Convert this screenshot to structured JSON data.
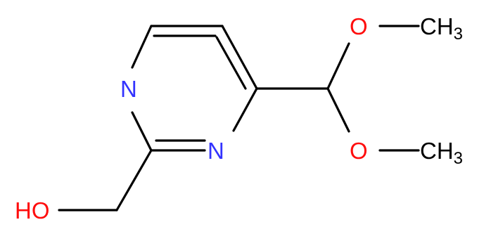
{
  "molecule": {
    "atoms": {
      "ring_n_top": {
        "text": "N",
        "color": "#3333ff"
      },
      "ring_n_bottom": {
        "text": "N",
        "color": "#3333ff"
      },
      "hydroxyl": {
        "text": "HO",
        "color": "#ff0d0d"
      },
      "methoxy_o_top": {
        "text": "O",
        "color": "#ff0d0d"
      },
      "methoxy_o_bottom": {
        "text": "O",
        "color": "#ff0d0d"
      },
      "methyl_top": {
        "text": "CH",
        "subscript": "3",
        "color": "#000000"
      },
      "methyl_bottom": {
        "text": "CH",
        "subscript": "3",
        "color": "#000000"
      }
    },
    "bond_color": "#000000"
  }
}
